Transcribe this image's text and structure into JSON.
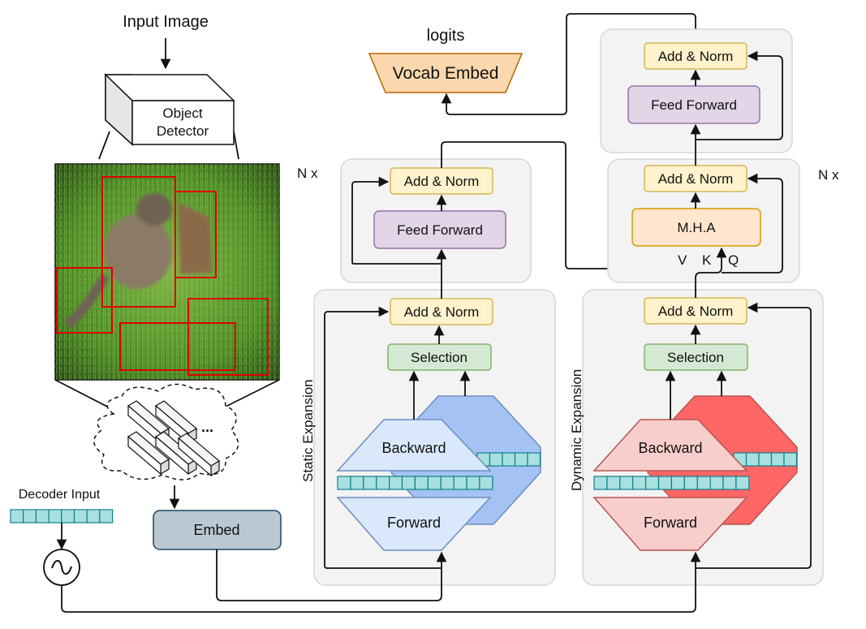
{
  "input_image_label": "Input Image",
  "object_detector": {
    "line1": "Object",
    "line2": "Detector"
  },
  "feature_ellipsis": "...",
  "decoder_input_label": "Decoder Input",
  "embed_label": "Embed",
  "logits_label": "logits",
  "vocab_embed_label": "Vocab Embed",
  "static_expansion": {
    "title": "Static Expansion",
    "repeat": "N x",
    "add_norm_top": "Add & Norm",
    "feed_forward": "Feed Forward",
    "add_norm_bottom": "Add & Norm",
    "selection": "Selection",
    "backward": "Backward",
    "forward": "Forward"
  },
  "dynamic_expansion": {
    "title": "Dynamic Expansion",
    "repeat": "N x",
    "add_norm_ff": "Add & Norm",
    "feed_forward": "Feed Forward",
    "add_norm_mha": "Add & Norm",
    "mha": "M.H.A",
    "v": "V",
    "k": "K",
    "q": "Q",
    "add_norm_bottom": "Add & Norm",
    "selection": "Selection",
    "backward": "Backward",
    "forward": "Forward"
  },
  "colors": {
    "static_trapezoid": "#a4c2f4",
    "dynamic_trapezoid": "#ff6666",
    "bounding_box": "#e00000",
    "cell_fill": "#a8e0e0"
  }
}
